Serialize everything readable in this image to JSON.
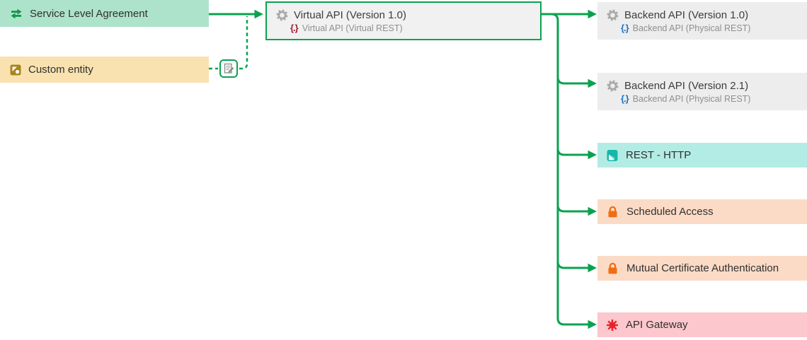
{
  "diagram": {
    "colors": {
      "connector_green": "#0ba24f",
      "sla_bg": "#aee3cb",
      "custom_entity_bg": "#f9e2af",
      "api_box_bg": "#ededed",
      "rest_http_bg": "#b3ece5",
      "policy_bg": "#fcdbc6",
      "gateway_bg": "#fcc7cd",
      "virtual_braces": "#a01b2b",
      "backend_braces": "#1f72c0",
      "lock_orange": "#f06d13",
      "gateway_burst_red": "#e8242c",
      "rest_icon_teal": "#14b8a8",
      "custom_icon_gold": "#a6861d",
      "sla_icon_green": "#14954d"
    },
    "nodes": {
      "sla": {
        "label": "Service Level Agreement",
        "icon": "transfer-arrows-icon"
      },
      "custom": {
        "label": "Custom entity",
        "icon": "shapes-icon"
      },
      "virtual": {
        "title": "Virtual API (Version 1.0)",
        "subtitle": "Virtual API (Virtual REST)",
        "title_icon": "gear-icon",
        "subtitle_icon": "braces-icon",
        "brace_glyph": "{.}"
      },
      "backend1": {
        "title": "Backend API (Version 1.0)",
        "subtitle": "Backend API (Physical REST)",
        "title_icon": "gear-icon",
        "subtitle_icon": "braces-icon",
        "brace_glyph": "{.}"
      },
      "backend2": {
        "title": "Backend API (Version 2.1)",
        "subtitle": "Backend API (Physical REST)",
        "title_icon": "gear-icon",
        "subtitle_icon": "braces-icon",
        "brace_glyph": "{.}"
      },
      "rest": {
        "label": "REST - HTTP",
        "icon": "page-icon"
      },
      "scheduled": {
        "label": "Scheduled Access",
        "icon": "lock-icon"
      },
      "mutual": {
        "label": "Mutual Certificate Authentication",
        "icon": "lock-icon"
      },
      "gateway": {
        "label": "API Gateway",
        "icon": "burst-icon"
      },
      "edit_badge": {
        "icon": "edit-note-icon"
      }
    }
  }
}
